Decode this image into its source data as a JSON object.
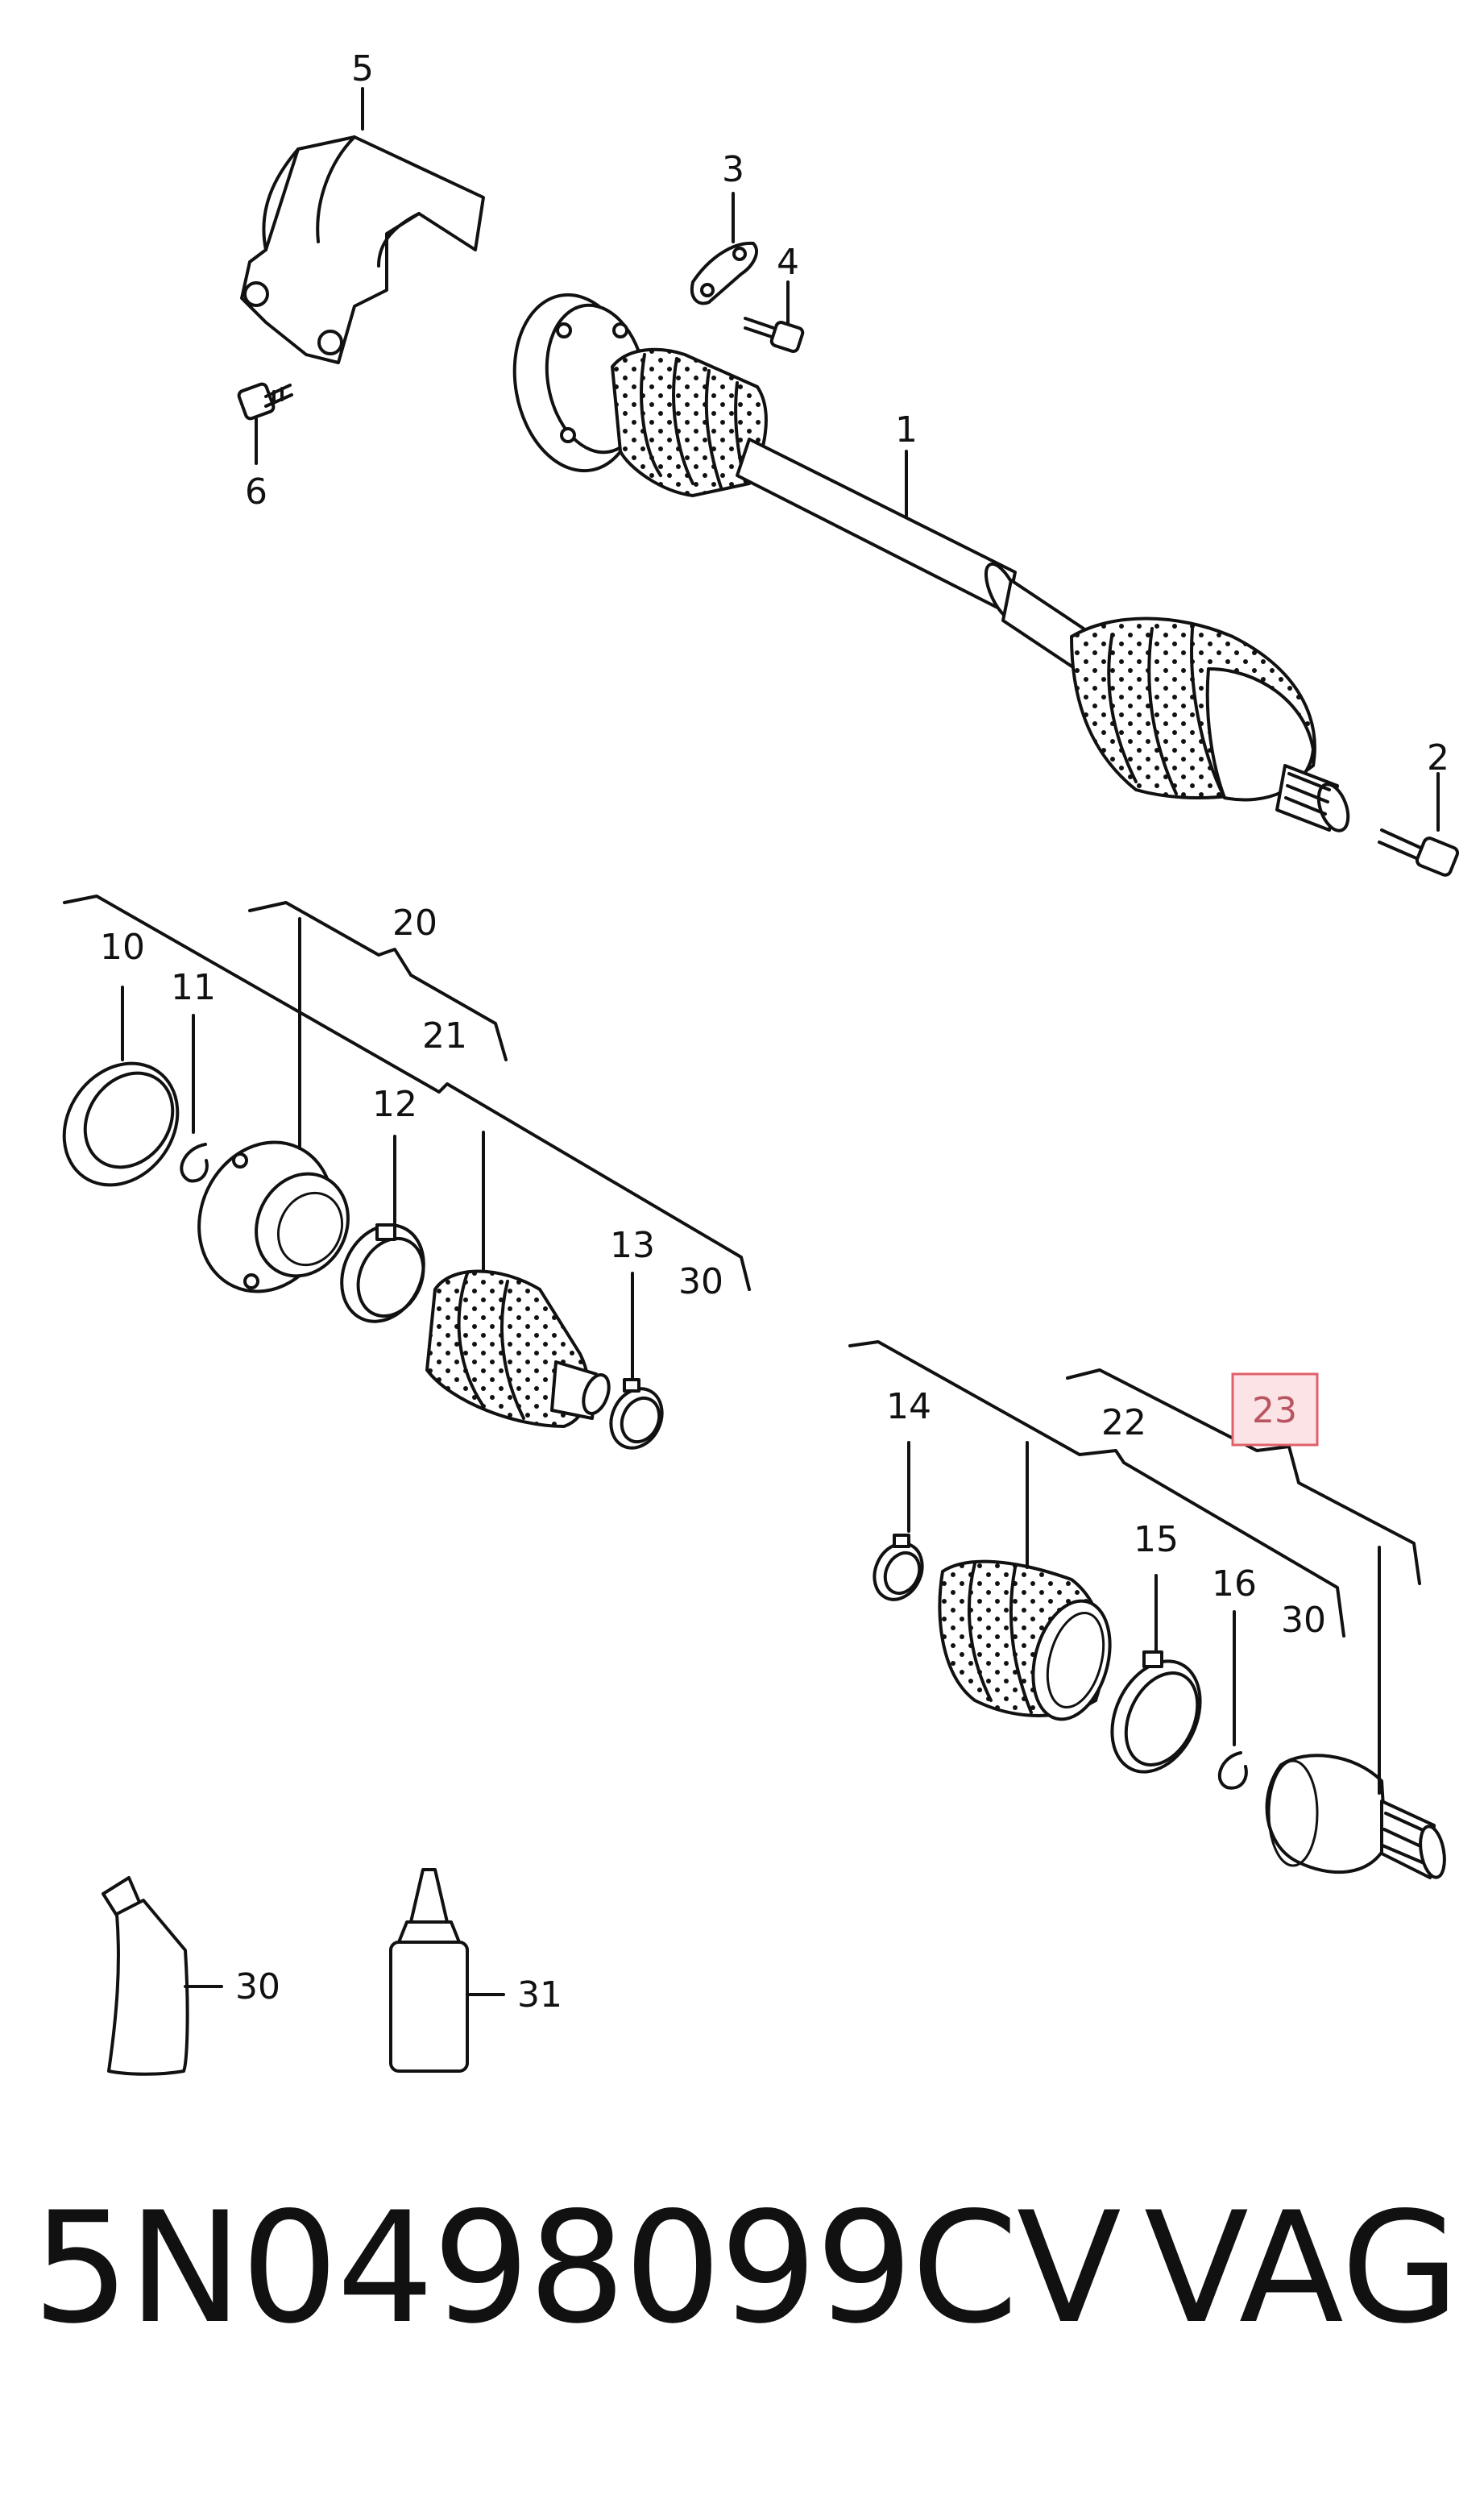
{
  "callouts": {
    "c1": "1",
    "c2": "2",
    "c3": "3",
    "c4": "4",
    "c5": "5",
    "c6": "6",
    "c10": "10",
    "c11": "11",
    "c12": "12",
    "c13": "13",
    "c14": "14",
    "c15": "15",
    "c16": "16",
    "c20": "20",
    "c21": "21",
    "c22": "22",
    "c23": "23",
    "c30a": "30",
    "c30b": "30",
    "c30c": "30",
    "c31": "31"
  },
  "highlight_color": "#e0606a",
  "footer": {
    "part_number": "5N0498099CV",
    "maker": "VAG"
  }
}
